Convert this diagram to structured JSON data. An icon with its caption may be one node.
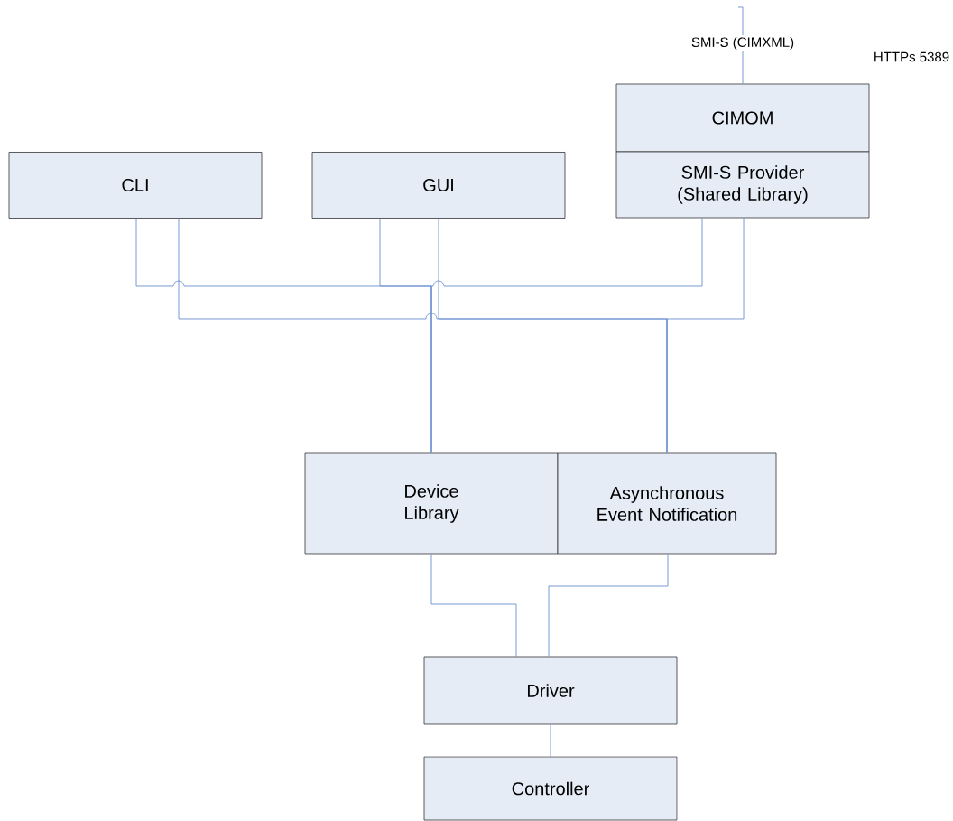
{
  "diagram": {
    "nodes": [
      {
        "text": [
          "CLI"
        ]
      },
      {
        "text": [
          "GUI"
        ]
      },
      {
        "text": [
          "CIMOM"
        ]
      },
      {
        "text": [
          "SMI-S Provider (Shared Library)"
        ]
      },
      {
        "text": [
          "Device Library"
        ]
      },
      {
        "text": [
          "Asynchronous Event Notification"
        ]
      },
      {
        "text": [
          "Driver"
        ]
      },
      {
        "text": [
          "Controller"
        ]
      }
    ],
    "edges": [
      {
        "from": 0,
        "to": 4,
        "arrow": "none"
      },
      {
        "from": 1,
        "to": 4,
        "arrow": "none"
      },
      {
        "from": 3,
        "to": 4,
        "arrow": "none"
      },
      {
        "from": 0,
        "to": 5,
        "arrow": "none"
      },
      {
        "from": 1,
        "to": 5,
        "arrow": "none"
      },
      {
        "from": 3,
        "to": 5,
        "arrow": "none"
      },
      {
        "from": 2,
        "to": null,
        "arrow": "none",
        "label": "SMI-S (CIMXML)"
      },
      {
        "from": 4,
        "to": 6,
        "arrow": "none"
      },
      {
        "from": 5,
        "to": 6,
        "arrow": "none"
      },
      {
        "from": 6,
        "to": 7,
        "arrow": "none"
      }
    ],
    "labels": [
      "HTTPs 5389"
    ]
  }
}
